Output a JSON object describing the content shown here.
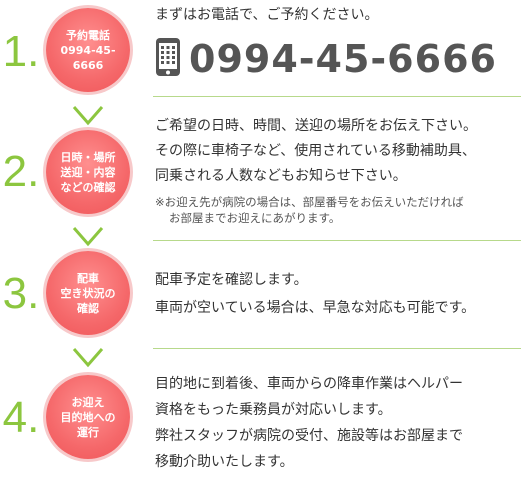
{
  "steps": [
    {
      "number": "1.",
      "circle_lines": [
        "予約電話",
        "0994-45-6666"
      ],
      "lead": "まずはお電話で、ご予約ください。",
      "phone_icon": "phone-icon",
      "phone": "0994-45-6666"
    },
    {
      "number": "2.",
      "circle_lines": [
        "日時・場所",
        "送迎・内容",
        "などの確認"
      ],
      "lines": [
        "ご希望の日時、時間、送迎の場所をお伝え下さい。",
        "その際に車椅子など、使用されている移動補助具、",
        "同乗される人数などもお知らせ下さい。"
      ],
      "note_lines": [
        "※お迎え先が病院の場合は、部屋番号をお伝えいただければ",
        "お部屋までお迎えにあがります。"
      ]
    },
    {
      "number": "3.",
      "circle_lines": [
        "配車",
        "空き状況の",
        "確認"
      ],
      "lines": [
        "配車予定を確認します。",
        "車両が空いている場合は、早急な対応も可能です。"
      ]
    },
    {
      "number": "4.",
      "circle_lines": [
        "お迎え",
        "目的地への",
        "運行"
      ],
      "lines": [
        "目的地に到着後、車両からの降車作業はヘルパー",
        "資格をもった乗務員が対応いします。",
        "弊社スタッフが病院の受付、施設等はお部屋まで",
        "移動介助いたします。"
      ]
    }
  ],
  "colors": {
    "accent_green": "#8cc63f",
    "circle_red": "#f5686a",
    "text": "#333333"
  }
}
